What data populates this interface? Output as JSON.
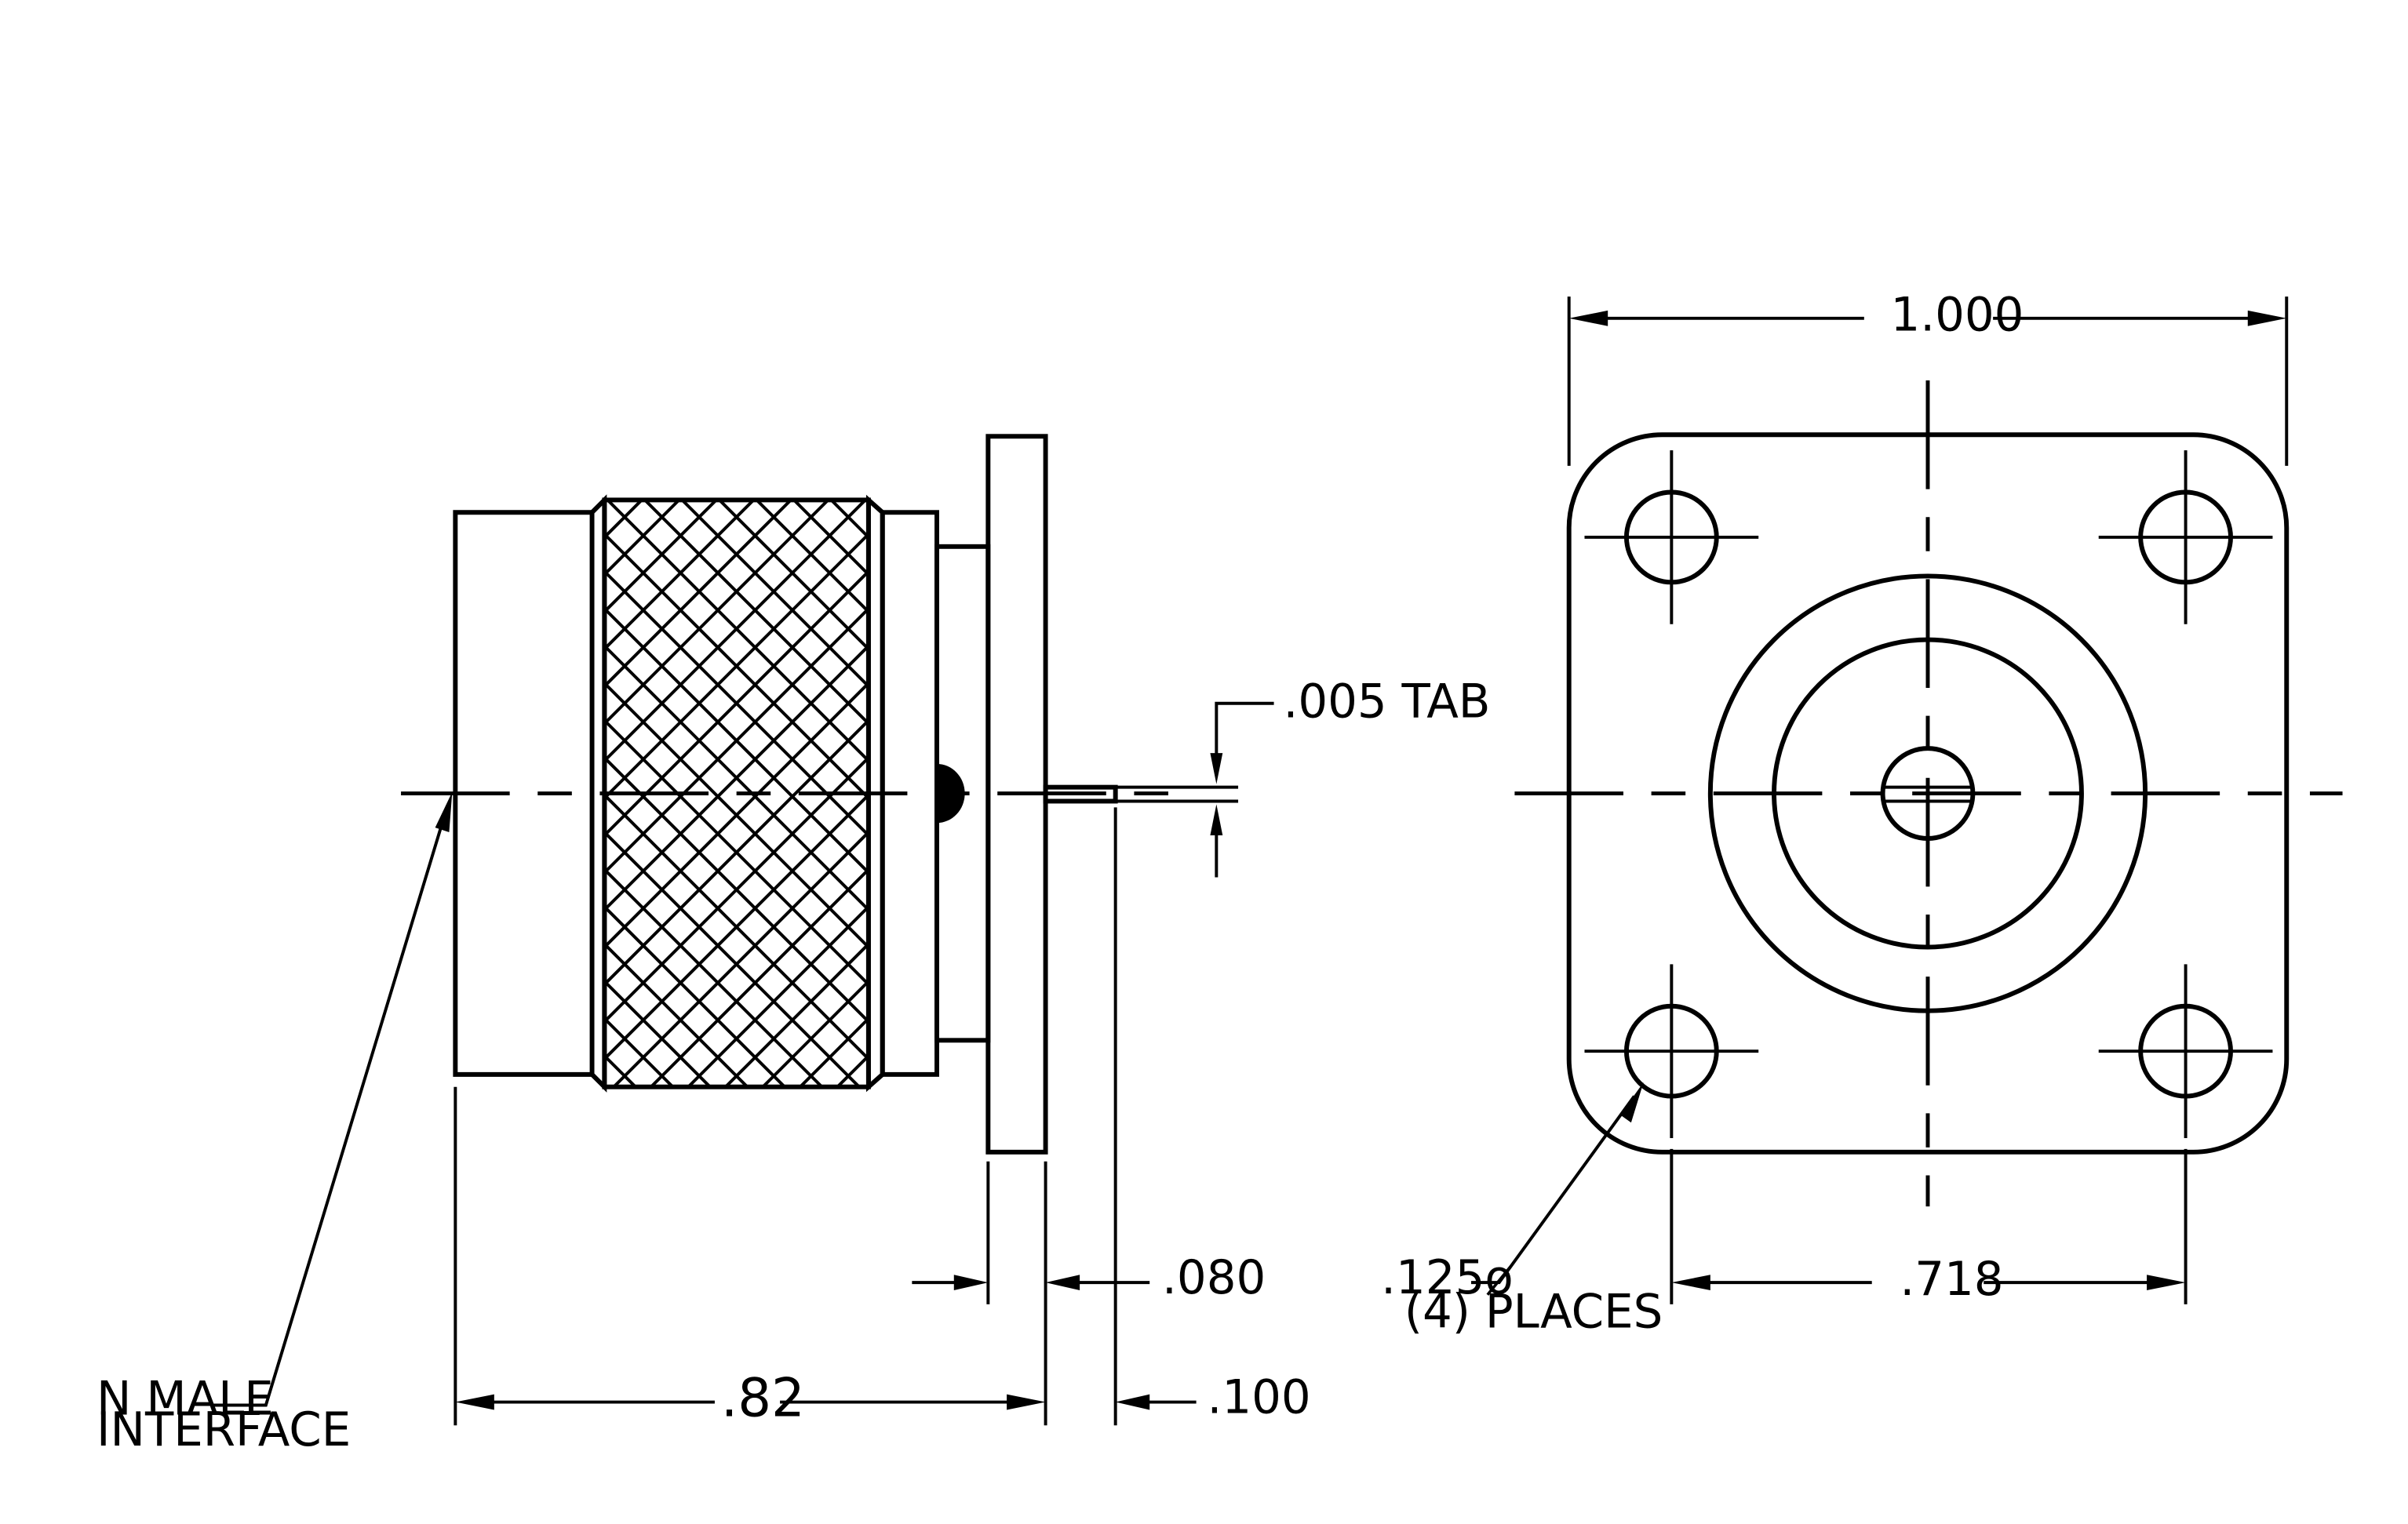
{
  "labels": {
    "tab": ".005 TAB",
    "width_overall": "1.000",
    "hole_spacing": ".718",
    "hole_diameter": ".125ø",
    "hole_places": "(4) PLACES",
    "flange_thickness": ".080",
    "tab_length": ".100",
    "body_length": ".82",
    "interface_line1": "N MALE",
    "interface_line2": "INTERFACE"
  },
  "colors": {
    "line": "#000000",
    "background": "#ffffff"
  }
}
